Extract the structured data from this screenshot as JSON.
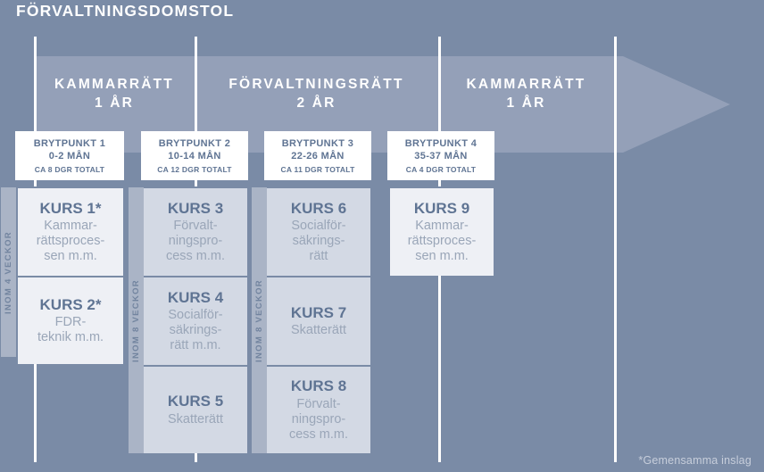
{
  "title": "FÖRVALTNINGSDOMSTOL",
  "colors": {
    "background": "#7a8ba6",
    "arrow": "#94a0b8",
    "divider": "#ffffff",
    "card_background": "#ffffff",
    "course_light": "#eef0f5",
    "course_dark": "#d3d9e4",
    "rail": "#aab4c6",
    "text_heading": "#5f7493",
    "text_muted": "#9aa6b8",
    "footnote": "#c7cedb"
  },
  "phases": [
    {
      "name": "KAMMARRÄTT",
      "duration": "1 ÅR"
    },
    {
      "name": "FÖRVALTNINGSRÄTT",
      "duration": "2 ÅR"
    },
    {
      "name": "KAMMARRÄTT",
      "duration": "1 ÅR"
    }
  ],
  "brytpunkter": [
    {
      "title": "BRYTPUNKT 1",
      "months": "0-2 MÅN",
      "note": "CA 8 DGR TOTALT"
    },
    {
      "title": "BRYTPUNKT 2",
      "months": "10-14 MÅN",
      "note": "CA 12 DGR TOTALT"
    },
    {
      "title": "BRYTPUNKT 3",
      "months": "22-26 MÅN",
      "note": "CA 11 DGR TOTALT"
    },
    {
      "title": "BRYTPUNKT 4",
      "months": "35-37 MÅN",
      "note": "CA 4 DGR TOTALT"
    }
  ],
  "rails": [
    {
      "label": "INOM 4 VECKOR"
    },
    {
      "label": "INOM 8 VECKOR"
    },
    {
      "label": "INOM 8 VECKOR"
    }
  ],
  "columns": [
    {
      "courses": [
        {
          "name": "KURS 1*",
          "desc": "Kammar-\nrättsproces-\nsen m.m."
        },
        {
          "name": "KURS 2*",
          "desc": "FDR-\nteknik m.m."
        }
      ]
    },
    {
      "courses": [
        {
          "name": "KURS 3",
          "desc": "Förvalt-\nningspro-\ncess m.m."
        },
        {
          "name": "KURS 4",
          "desc": "Socialför-\nsäkrings-\nrätt m.m."
        },
        {
          "name": "KURS 5",
          "desc": "Skatterätt"
        }
      ]
    },
    {
      "courses": [
        {
          "name": "KURS 6",
          "desc": "Socialför-\nsäkrings-\nrätt"
        },
        {
          "name": "KURS 7",
          "desc": "Skatterätt"
        },
        {
          "name": "KURS 8",
          "desc": "Förvalt-\nningspro-\ncess m.m."
        }
      ]
    },
    {
      "courses": [
        {
          "name": "KURS 9",
          "desc": "Kammar-\nrättsproces-\nsen m.m."
        }
      ]
    }
  ],
  "footnote": "*Gemensamma inslag"
}
